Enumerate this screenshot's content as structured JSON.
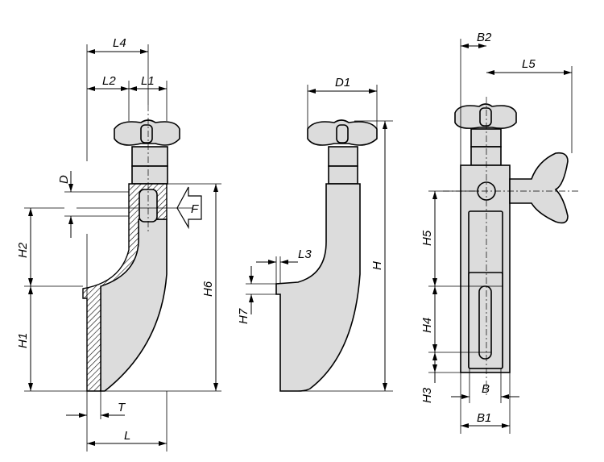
{
  "views": {
    "section_view": {
      "labels": {
        "L4": "L4",
        "L2": "L2",
        "L1": "L1",
        "D": "D",
        "F": "F",
        "H2": "H2",
        "H1": "H1",
        "H6": "H6",
        "T": "T",
        "L": "L"
      }
    },
    "side_view": {
      "labels": {
        "D1": "D1",
        "L3": "L3",
        "H7": "H7",
        "H": "H"
      }
    },
    "front_view": {
      "labels": {
        "B2": "B2",
        "L5": "L5",
        "H5": "H5",
        "H4": "H4",
        "H3": "H3",
        "B": "B",
        "B1": "B1"
      }
    }
  },
  "colors": {
    "fill": "#dcdcdc",
    "line": "#000000"
  }
}
